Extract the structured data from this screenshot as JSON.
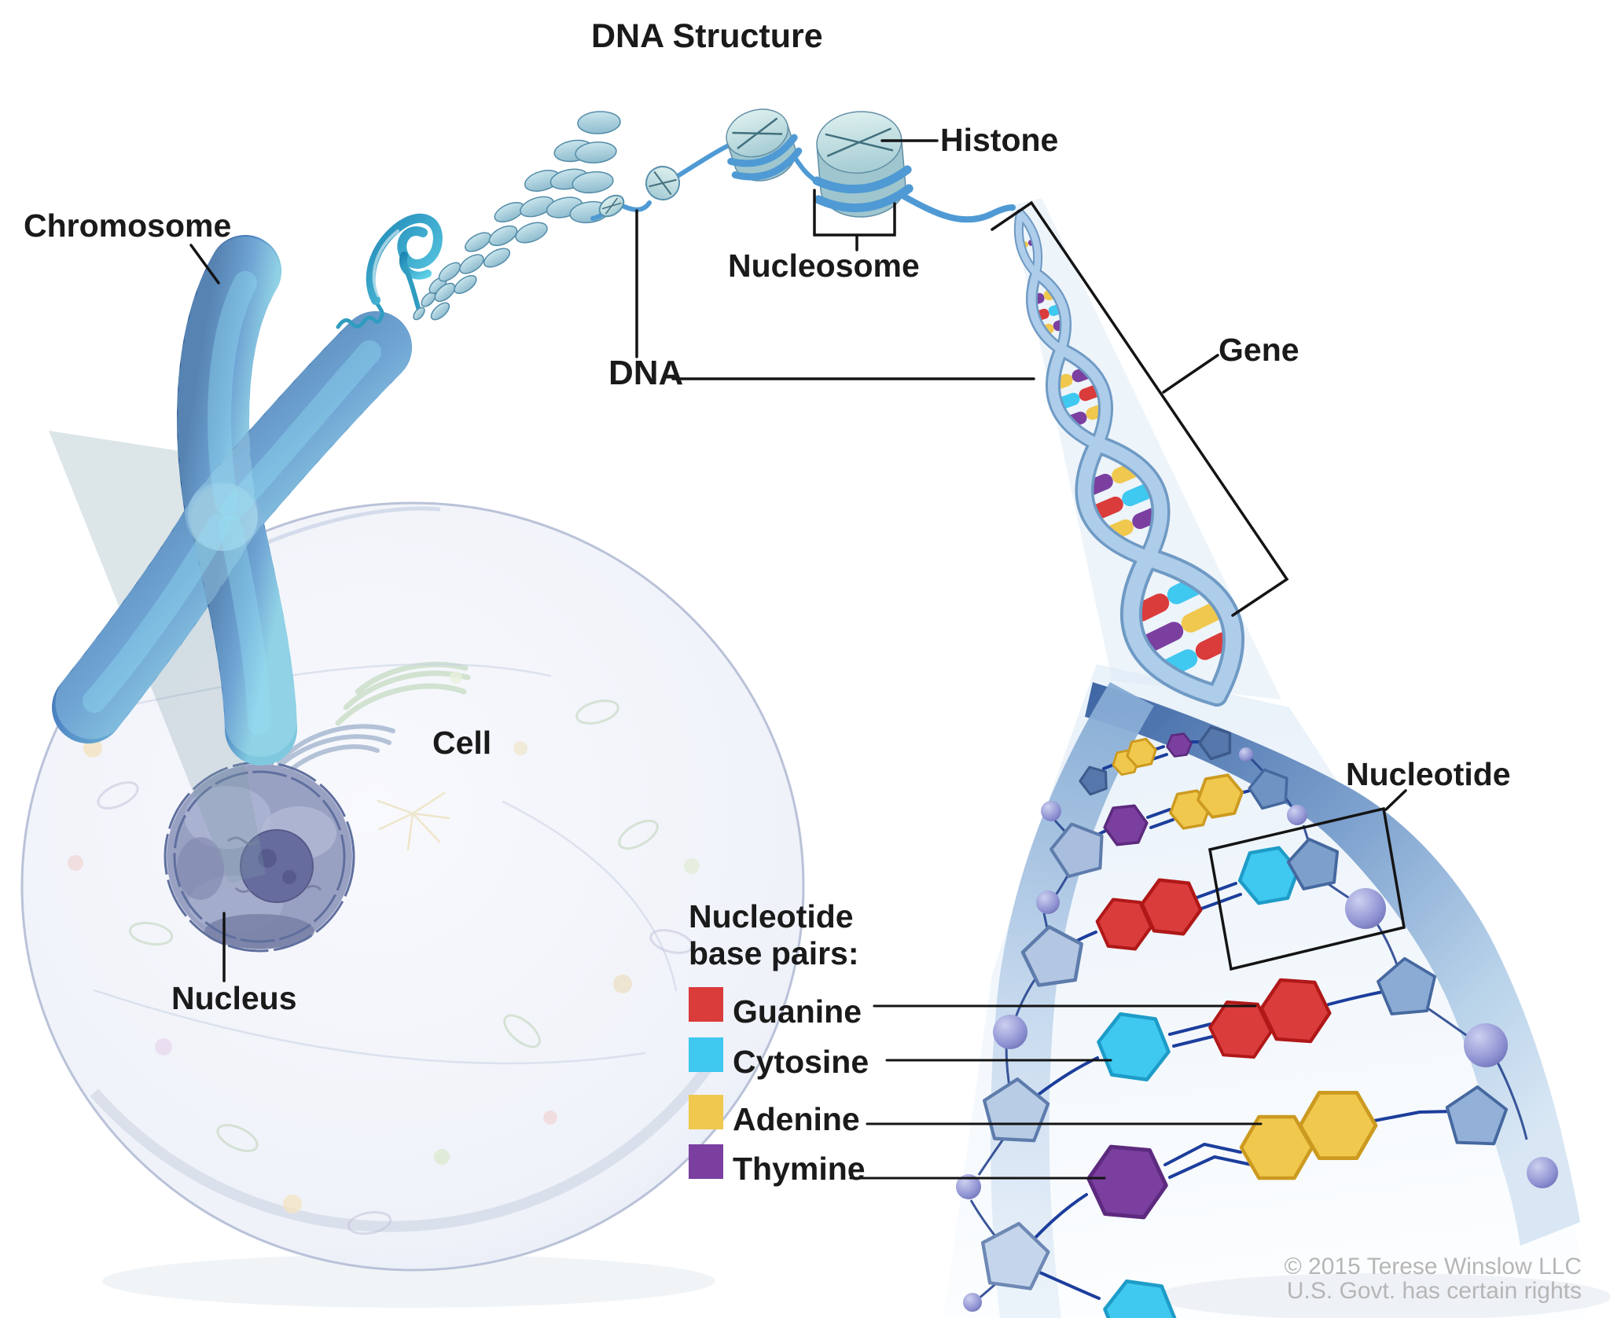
{
  "title": "DNA Structure",
  "labels": {
    "chromosome": "Chromosome",
    "histone": "Histone",
    "nucleosome": "Nucleosome",
    "dna": "DNA",
    "gene": "Gene",
    "cell": "Cell",
    "nucleus": "Nucleus",
    "nucleotide": "Nucleotide"
  },
  "legend": {
    "heading_line1": "Nucleotide",
    "heading_line2": "base pairs:",
    "items": [
      {
        "name": "Guanine",
        "color": "#da3b3b"
      },
      {
        "name": "Cytosine",
        "color": "#3fc8f0"
      },
      {
        "name": "Adenine",
        "color": "#f0c84e"
      },
      {
        "name": "Thymine",
        "color": "#7b3fa0"
      }
    ]
  },
  "credit": {
    "line1": "© 2015 Terese Winslow LLC",
    "line2": "U.S. Govt. has certain rights"
  },
  "palette": {
    "guanine_red": "#da3b3b",
    "cytosine_cyan": "#3fc8f0",
    "adenine_yellow": "#f0c84e",
    "thymine_purple": "#7b3fa0",
    "strand_light_blue": "#a6c6e6",
    "backbone_dark_blue": "#1c3e9c",
    "histone_teal": "#aed3da",
    "chromosome_blue": "#3f6cb0",
    "label_black": "#1a1a1a",
    "credit_gray": "#b6b6b6"
  }
}
